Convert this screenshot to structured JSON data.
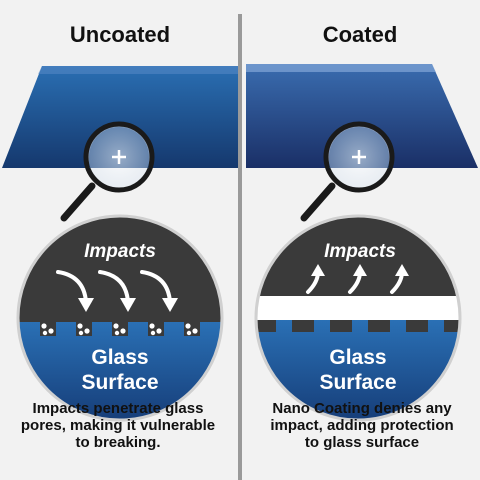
{
  "left": {
    "title": "Uncoated",
    "impacts_label": "Impacts",
    "surface_line1": "Glass",
    "surface_line2": "Surface",
    "caption_lines": [
      "Impacts penetrate glass",
      "pores, making it vulnerable",
      "to breaking."
    ]
  },
  "right": {
    "title": "Coated",
    "impacts_label": "Impacts",
    "surface_line1": "Glass",
    "surface_line2": "Surface",
    "caption_lines": [
      "Nano Coating denies any",
      "impact, adding protection",
      "to glass surface"
    ]
  },
  "colors": {
    "glass_blue": "#1f5fa0",
    "glass_dark": "#173b73",
    "panel_gray": "#3a3a3a",
    "coating_white": "#ffffff",
    "background": "#f2f2f2"
  },
  "icons": [
    "magnifier-icon",
    "plus-icon",
    "down-arrow-icon",
    "bounce-arrow-icon",
    "particle-icon"
  ]
}
